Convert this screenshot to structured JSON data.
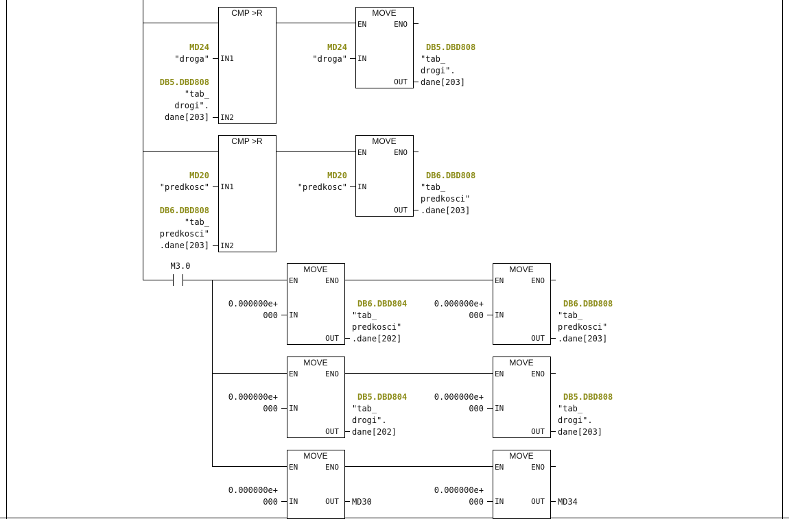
{
  "pins": {
    "en": "EN",
    "eno": "ENO",
    "in": "IN",
    "out": "OUT",
    "in1": "IN1",
    "in2": "IN2"
  },
  "blocks": [
    {
      "title": "CMP >R",
      "kind": "cmp"
    },
    {
      "title": "MOVE",
      "kind": "move"
    },
    {
      "title": "CMP >R",
      "kind": "cmp"
    },
    {
      "title": "MOVE",
      "kind": "move"
    },
    {
      "title": "MOVE",
      "kind": "move"
    },
    {
      "title": "MOVE",
      "kind": "move"
    },
    {
      "title": "MOVE",
      "kind": "move"
    },
    {
      "title": "MOVE",
      "kind": "move"
    },
    {
      "title": "MOVE",
      "kind": "move"
    },
    {
      "title": "MOVE",
      "kind": "move"
    }
  ],
  "contact": {
    "address": "M3.0"
  },
  "rows": [
    {
      "cmp_in1": {
        "addr": "MD24",
        "sym": [
          "\"droga\""
        ]
      },
      "cmp_in2": {
        "addr": "DB5.DBD808",
        "sym": [
          "\"tab_",
          "drogi\".",
          "dane[203]"
        ]
      },
      "move_in": {
        "addr": "MD24",
        "sym": [
          "\"droga\""
        ]
      },
      "move_out": {
        "addr": "DB5.DBD808",
        "sym": [
          "\"tab_",
          "drogi\".",
          "dane[203]"
        ]
      }
    },
    {
      "cmp_in1": {
        "addr": "MD20",
        "sym": [
          "\"predkosc\""
        ]
      },
      "cmp_in2": {
        "addr": "DB6.DBD808",
        "sym": [
          "\"tab_",
          "predkosci\"",
          ".dane[203]"
        ]
      },
      "move_in": {
        "addr": "MD20",
        "sym": [
          "\"predkosc\""
        ]
      },
      "move_out": {
        "addr": "DB6.DBD808",
        "sym": [
          "\"tab_",
          "predkosci\"",
          ".dane[203]"
        ]
      }
    }
  ],
  "zero_value": [
    "0.000000e+",
    "000"
  ],
  "branch_outputs": [
    {
      "addr": "DB6.DBD804",
      "sym": [
        "\"tab_",
        "predkosci\"",
        ".dane[202]"
      ]
    },
    {
      "addr": "DB6.DBD808",
      "sym": [
        "\"tab_",
        "predkosci\"",
        ".dane[203]"
      ]
    },
    {
      "addr": "DB5.DBD804",
      "sym": [
        "\"tab_",
        "drogi\".",
        "dane[202]"
      ]
    },
    {
      "addr": "DB5.DBD808",
      "sym": [
        "\"tab_",
        "drogi\".",
        "dane[203]"
      ]
    },
    {
      "addr": "",
      "sym": [
        "MD30"
      ]
    },
    {
      "addr": "",
      "sym": [
        "MD34"
      ]
    }
  ]
}
